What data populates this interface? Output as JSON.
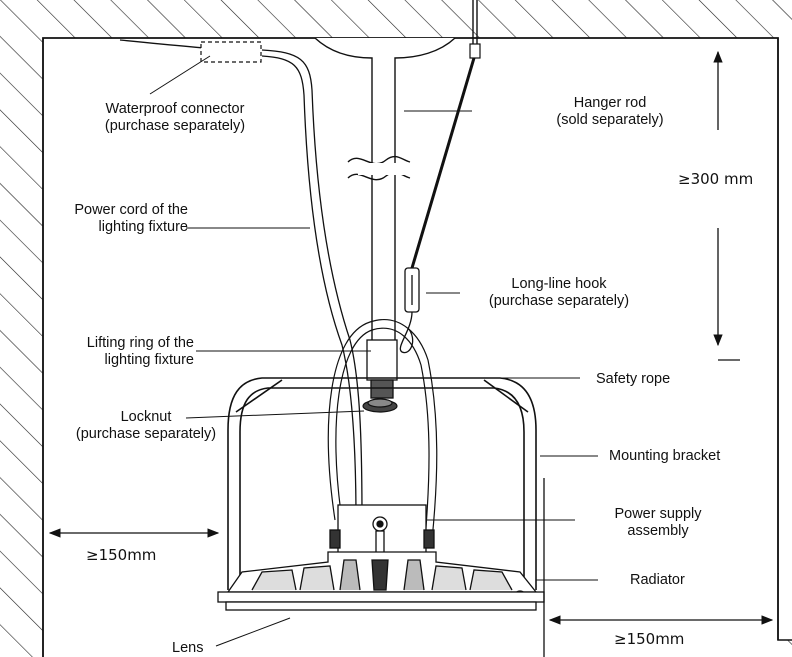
{
  "labels": {
    "waterproof_connector": [
      "Waterproof connector",
      "(purchase separately)"
    ],
    "hanger_rod": [
      "Hanger rod",
      "(sold separately)"
    ],
    "power_cord": [
      "Power cord of the",
      "lighting fixture"
    ],
    "long_line_hook": [
      "Long-line hook",
      "(purchase separately)"
    ],
    "lifting_ring": [
      "Lifting ring of the",
      "lighting fixture"
    ],
    "safety_rope": "Safety rope",
    "locknut": [
      "Locknut",
      "(purchase separately)"
    ],
    "mounting_bracket": "Mounting bracket",
    "power_supply": [
      "Power supply",
      "assembly"
    ],
    "radiator": "Radiator",
    "lens": "Lens"
  },
  "dimensions": {
    "ceiling_clearance": "≥300 mm",
    "left_clearance": "≥150mm",
    "right_clearance": "≥150mm"
  }
}
